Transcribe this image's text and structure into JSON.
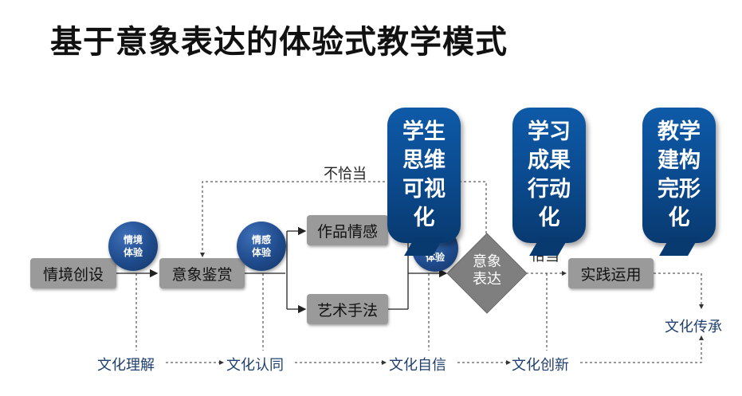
{
  "title": "基于意象表达的体验式教学模式",
  "boxes": {
    "situation_create": "情境创设",
    "image_appreciate": "意象鉴赏",
    "work_emotion": "作品情感",
    "art_technique": "艺术手法",
    "practice_apply": "实践运用"
  },
  "circles": {
    "situation_experience": [
      "情境",
      "体验"
    ],
    "emotion_experience": [
      "情感",
      "体验"
    ],
    "partial_experience": "体验"
  },
  "diamond": [
    "意象",
    "表达"
  ],
  "labels": {
    "not_appropriate": "不恰当",
    "appropriate_partial": "恰当"
  },
  "culture": {
    "understanding": "文化理解",
    "identity": "文化认同",
    "confidence": "文化自信",
    "innovation": "文化创新",
    "inheritance": "文化传承"
  },
  "banners": {
    "student_thinking": [
      "学生",
      "思维",
      "可视",
      "化"
    ],
    "learning_outcome": [
      "学习",
      "成果",
      "行动",
      "化"
    ],
    "teaching_construct": [
      "教学",
      "建构",
      "完形",
      "化"
    ]
  }
}
